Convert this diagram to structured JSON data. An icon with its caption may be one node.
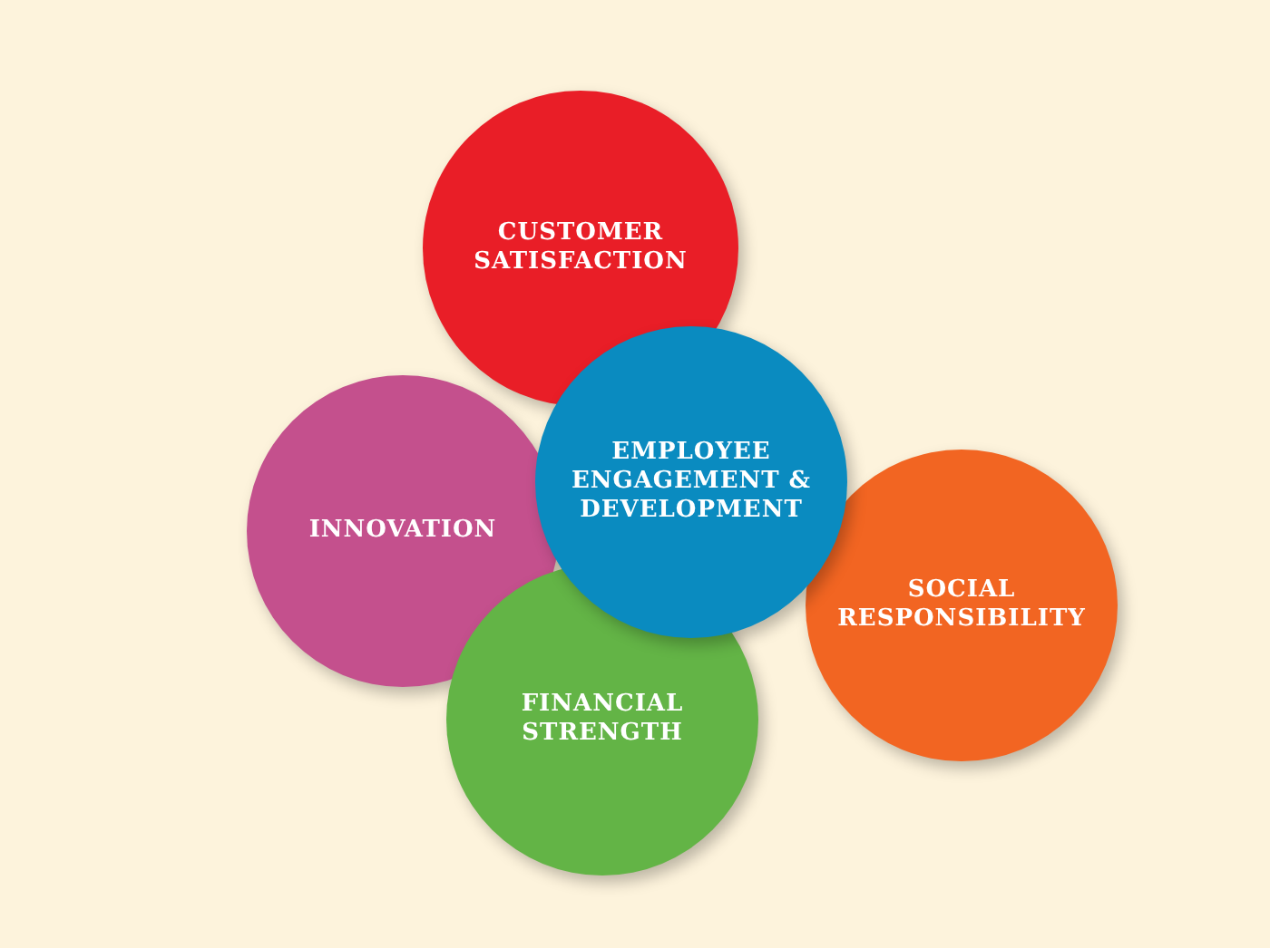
{
  "diagram": {
    "nodes": [
      {
        "text": [
          "CUSTOMER SATISFACTION"
        ]
      },
      {
        "text": [
          "INNOVATION"
        ]
      },
      {
        "text": [
          "EMPLOYEE ENGAGEMENT & DEVELOPMENT"
        ]
      },
      {
        "text": [
          "SOCIAL RESPONSIBILITY"
        ]
      },
      {
        "text": [
          "FINANCIAL STRENGTH"
        ]
      }
    ]
  }
}
